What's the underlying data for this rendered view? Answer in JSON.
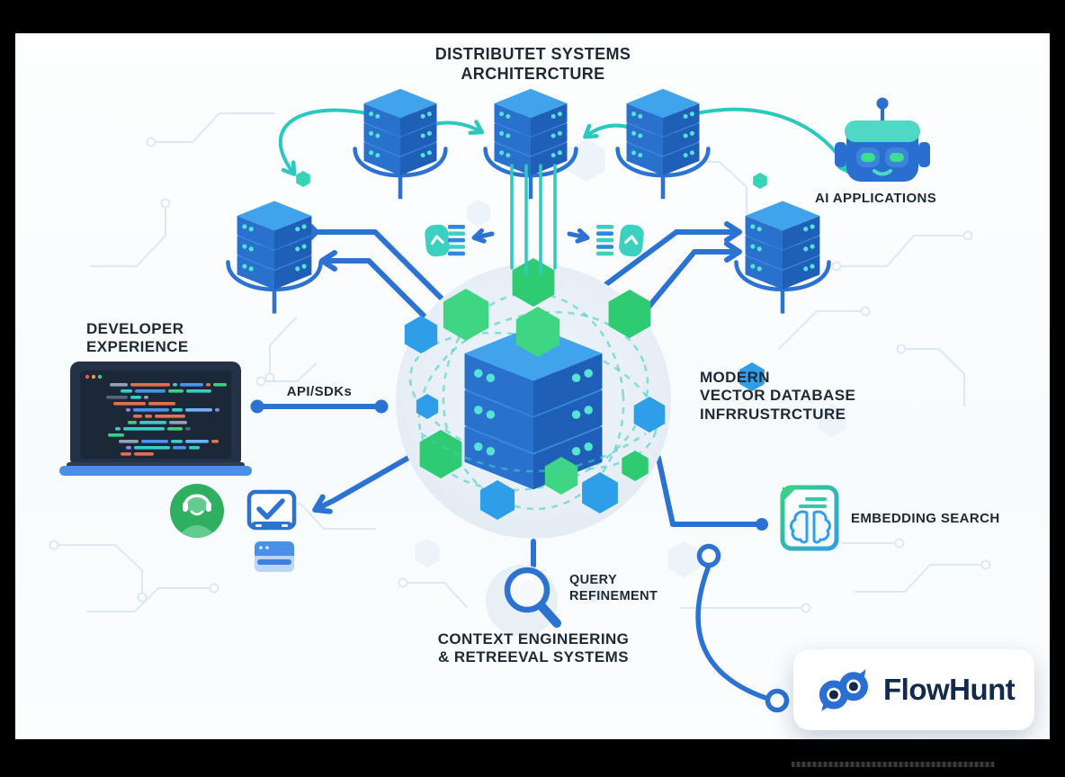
{
  "page": {
    "type": "infographic-diagram",
    "brand": "FlowHunt"
  },
  "labels": {
    "title_line1": "DISTRIBUTET SYSTEMS",
    "title_line2": "ARCHITERCTURE",
    "ai_applications": "AI APPLICATIONS",
    "developer_line1": "DEVELOPER",
    "developer_line2": "EXPERIENCE",
    "api_sdks": "API/SDKs",
    "center_line1": "MODERN",
    "center_line2": "VECTOR DATABASE",
    "center_line3": "INFRRUSTRCTURE",
    "embedding_search": "EMBEDDING SEARCH",
    "query_line1": "QUERY",
    "query_line2": "REFINEMENT",
    "context_line1": "CONTEXT ENGINEERING",
    "context_line2": "& RETREEVAL SYSTEMS",
    "brand": "FlowHunt"
  },
  "icons": {
    "database_cluster": "isometric-server-stack-icon",
    "robot": "ai-robot-icon",
    "laptop_code": "laptop-code-icon",
    "support_agent": "headset-person-icon",
    "device_check": "monitor-checkmark-icon",
    "data_card": "card-icon",
    "magnifier": "search-magnifier-icon",
    "brain_document": "document-brain-icon",
    "sync_list": "chevron-list-sync-icon",
    "brand_mark": "flowhunt-glasses-icon"
  },
  "colors": {
    "primary_blue": "#2b72d2",
    "deep_blue": "#1f5fb8",
    "server_top": "#41a3ec",
    "teal": "#2bc9bd",
    "hex_green": "#2ecb72",
    "hex_blue": "#2e9ee8",
    "circle_bg": "#e7eef6",
    "text_dark": "#1e2936",
    "brand_navy": "#14294b",
    "support_green": "#2fb061",
    "frame_black": "#000000"
  }
}
